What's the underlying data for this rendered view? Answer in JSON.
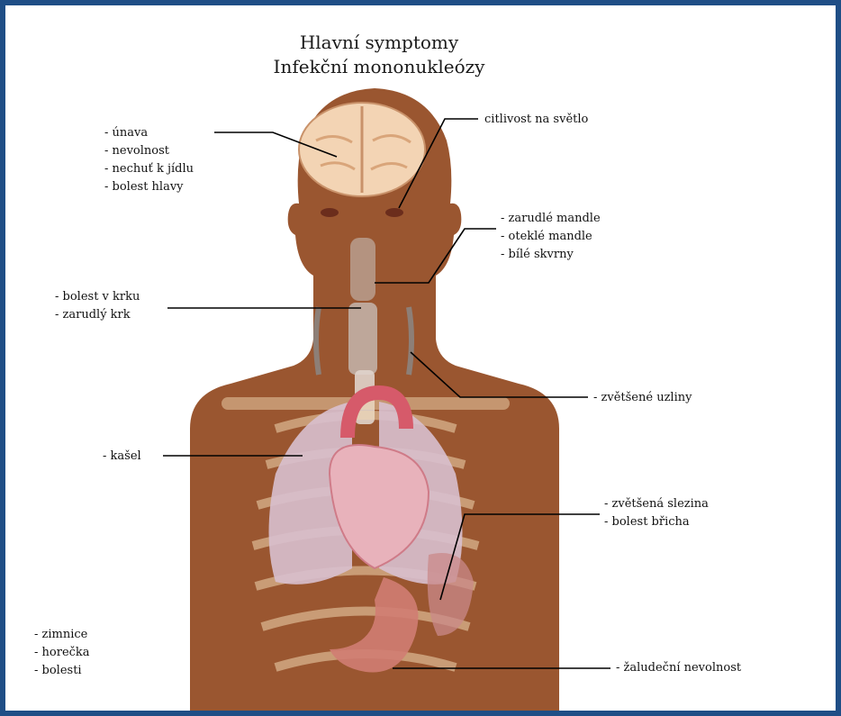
{
  "title": {
    "line1": "Hlavní symptomy",
    "line2": "Infekční mononukleózy"
  },
  "labels": {
    "head": [
      "- únava",
      "- nevolnost",
      "- nechuť k jídlu",
      "- bolest hlavy"
    ],
    "eyes": "citlivost na světlo",
    "tonsils": [
      "- zarudlé mandle",
      "- oteklé mandle",
      "- bílé skvrny"
    ],
    "throat": [
      "- bolest v krku",
      "- zarudlý krk"
    ],
    "nodes": "- zvětšené uzliny",
    "lungs": "- kašel",
    "spleen": [
      "- zvětšená slezina",
      "- bolest břicha"
    ],
    "general": [
      "- zimnice",
      "- horečka",
      "- bolesti"
    ],
    "stomach": "- žaludeční nevolnost"
  },
  "colors": {
    "frame": "#1f4e86",
    "skin": "#9a5630",
    "brain": "#f3d4b4",
    "leader_line": "#000000"
  }
}
